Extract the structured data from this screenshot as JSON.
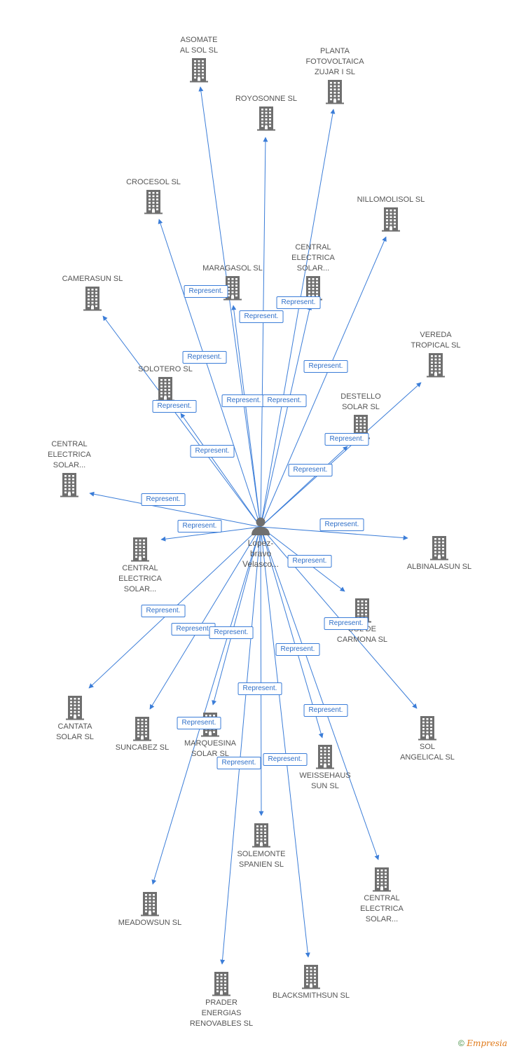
{
  "center": {
    "label": "Lopez-\nbravo\nVelasco...",
    "icon": "person-icon"
  },
  "edge_label": "Represent.",
  "colors": {
    "edge": "#3b7dd8",
    "icon": "#6f6f6f",
    "text": "#555555"
  },
  "companies": [
    {
      "id": "asomate",
      "label": "ASOMATE\nAL SOL SL"
    },
    {
      "id": "planta-fotovoltaica",
      "label": "PLANTA\nFOTOVOLTAICA\nZUJAR I SL"
    },
    {
      "id": "royosonne",
      "label": "ROYOSONNE SL"
    },
    {
      "id": "crocesol",
      "label": "CROCESOL SL"
    },
    {
      "id": "nillomolisol",
      "label": "NILLOMOLISOL SL"
    },
    {
      "id": "maragasol",
      "label": "MARAGASOL SL"
    },
    {
      "id": "central-electrica-1",
      "label": "CENTRAL\nELECTRICA\nSOLAR..."
    },
    {
      "id": "camerasun",
      "label": "CAMERASUN SL"
    },
    {
      "id": "vereda-tropical",
      "label": "VEREDA\nTROPICAL SL"
    },
    {
      "id": "solotero",
      "label": "SOLOTERO SL"
    },
    {
      "id": "destello-solar",
      "label": "DESTELLO\nSOLAR SL"
    },
    {
      "id": "central-electrica-2",
      "label": "CENTRAL\nELECTRICA\nSOLAR..."
    },
    {
      "id": "central-electrica-3",
      "label": "CENTRAL\nELECTRICA\nSOLAR..."
    },
    {
      "id": "albinalasun",
      "label": "ALBINALASUN SL"
    },
    {
      "id": "sol-de-carmona",
      "label": "SOL DE\nCARMONA SL"
    },
    {
      "id": "cantata-solar",
      "label": "CANTATA\nSOLAR SL"
    },
    {
      "id": "suncabez",
      "label": "SUNCABEZ SL"
    },
    {
      "id": "marquesina-solar",
      "label": "MARQUESINA\nSOLAR SL"
    },
    {
      "id": "sol-angelical",
      "label": "SOL\nANGELICAL SL"
    },
    {
      "id": "weissehaus-sun",
      "label": "WEISSEHAUS\nSUN SL"
    },
    {
      "id": "solemonte-spanien",
      "label": "SOLEMONTE\nSPANIEN SL"
    },
    {
      "id": "central-electrica-4",
      "label": "CENTRAL\nELECTRICA\nSOLAR..."
    },
    {
      "id": "meadowsun",
      "label": "MEADOWSUN SL"
    },
    {
      "id": "prader-energias",
      "label": "PRADER\nENERGIAS\nRENOVABLES SL"
    },
    {
      "id": "blacksmithsun",
      "label": "BLACKSMITHSUN SL"
    }
  ],
  "footer": {
    "copyright": "©",
    "brand": "Empresia"
  }
}
